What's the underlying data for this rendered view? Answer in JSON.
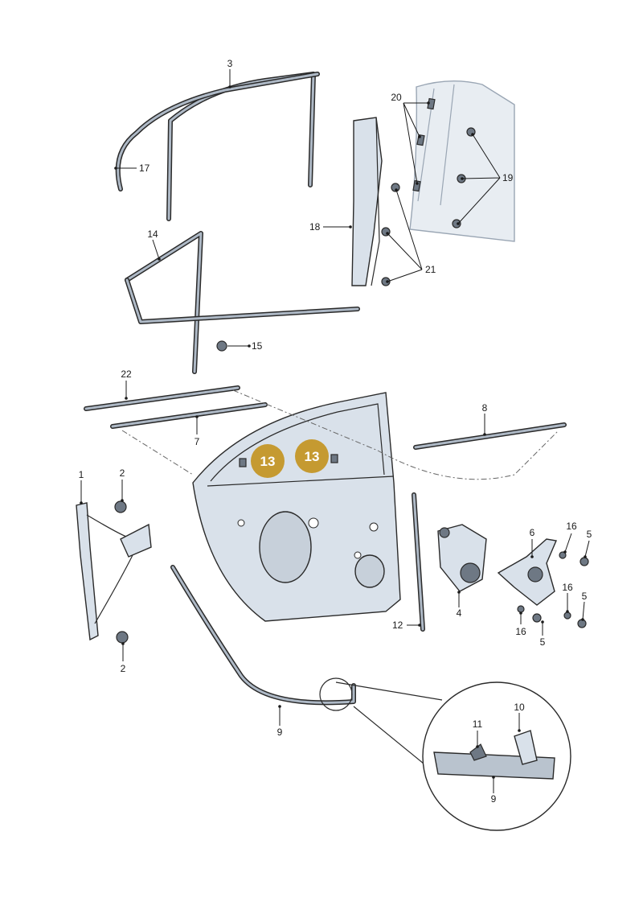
{
  "diagram": {
    "highlight_color": "#c59a31",
    "line_color": "#2a2a2a",
    "part_fill": "#d9e1ea",
    "labels": [
      {
        "id": "3",
        "text": "3"
      },
      {
        "id": "17",
        "text": "17"
      },
      {
        "id": "20",
        "text": "20"
      },
      {
        "id": "19",
        "text": "19"
      },
      {
        "id": "18",
        "text": "18"
      },
      {
        "id": "21",
        "text": "21"
      },
      {
        "id": "14",
        "text": "14"
      },
      {
        "id": "15",
        "text": "15"
      },
      {
        "id": "22",
        "text": "22"
      },
      {
        "id": "7",
        "text": "7"
      },
      {
        "id": "8",
        "text": "8"
      },
      {
        "id": "1",
        "text": "1"
      },
      {
        "id": "2a",
        "text": "2"
      },
      {
        "id": "2b",
        "text": "2"
      },
      {
        "id": "6",
        "text": "6"
      },
      {
        "id": "16a",
        "text": "16"
      },
      {
        "id": "5a",
        "text": "5"
      },
      {
        "id": "16b",
        "text": "16"
      },
      {
        "id": "5b",
        "text": "5"
      },
      {
        "id": "16c",
        "text": "16"
      },
      {
        "id": "5c",
        "text": "5"
      },
      {
        "id": "4",
        "text": "4"
      },
      {
        "id": "12",
        "text": "12"
      },
      {
        "id": "9a",
        "text": "9"
      },
      {
        "id": "11",
        "text": "11"
      },
      {
        "id": "10",
        "text": "10"
      },
      {
        "id": "9b",
        "text": "9"
      }
    ],
    "highlights": [
      {
        "id": "13a",
        "text": "13"
      },
      {
        "id": "13b",
        "text": "13"
      }
    ]
  }
}
